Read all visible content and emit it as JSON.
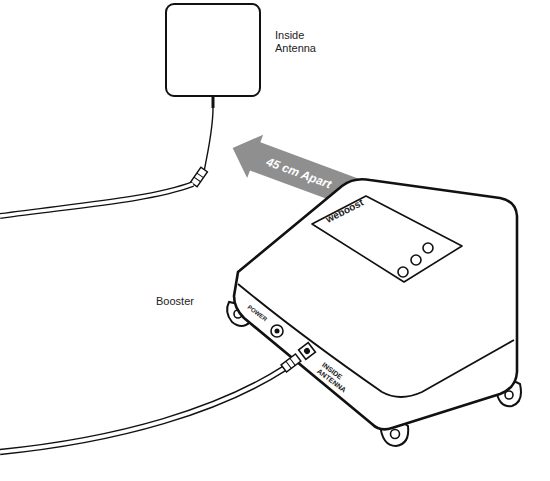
{
  "diagram": {
    "nodes": [
      {
        "text": [
          "Inside Antenna"
        ]
      },
      {
        "text": [
          "Booster",
          "weboost",
          "POWER",
          "INSIDE ANTENNA"
        ]
      }
    ],
    "edges": [
      {
        "from": 1,
        "to": 0,
        "arrow": "to",
        "label": "45 cm Apart"
      }
    ]
  }
}
